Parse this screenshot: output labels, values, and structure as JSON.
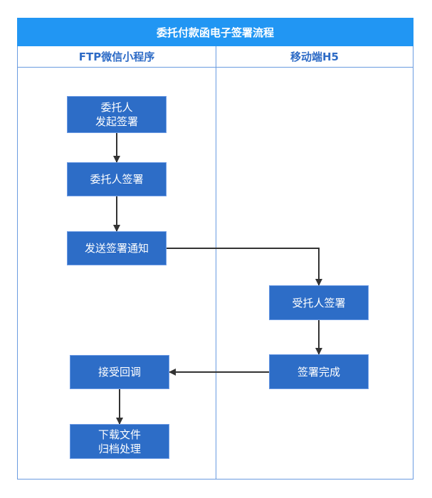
{
  "title": "委托付款函电子签署流程",
  "lanes": [
    "FTP微信小程序",
    "移动端H5"
  ],
  "nodes": {
    "start": "委托人\n发起签署",
    "principal_sign": "委托人签署",
    "send_notice": "发送签署通知",
    "trustee_sign": "受托人签署",
    "sign_complete": "签署完成",
    "receive_callback": "接受回调",
    "download_archive": "下载文件\n归档处理"
  },
  "colors": {
    "header": "#2196f3",
    "node": "#2d6dc7",
    "border": "#6a9be0",
    "arrow": "#333333"
  }
}
